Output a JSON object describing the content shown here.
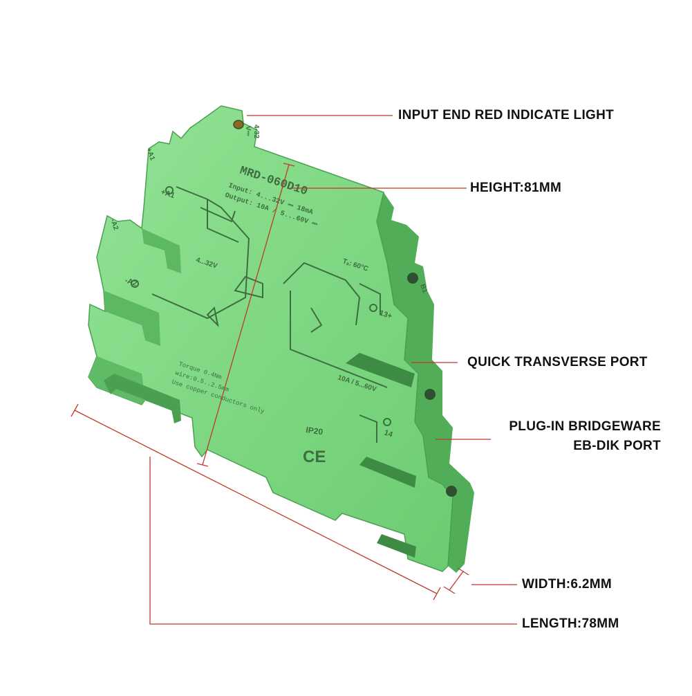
{
  "callouts": {
    "indicator_light": "INPUT END RED INDICATE LIGHT",
    "height": "HEIGHT:81MM",
    "transverse_port": "QUICK TRANSVERSE PORT",
    "bridgeware_line1": "PLUG-IN BRIDGEWARE",
    "bridgeware_line2": "EB-DIK PORT",
    "width": "WIDTH:6.2MM",
    "length": "LENGTH:78MM"
  },
  "device": {
    "model": "MRD-060D10",
    "input_spec": "Input:  4...32V ⎓  18mA",
    "output_spec": "Output:  10A / 5...60V ⎓",
    "top_voltage": "4-32",
    "top_voltage_unit": "V⎓",
    "terminal_a1_top": "+A1",
    "terminal_a1": "+A1",
    "terminal_a2": "-A2",
    "terminal_a2_side": "-A2",
    "input_range": "4...32V",
    "temperature": "Tₐ: 60°C",
    "terminal_13": "13+",
    "terminal_14": "14",
    "terminal_b1": "B1",
    "output_rating": "10A / 5...60V",
    "torque": "Torque 0.4Nm",
    "wire": "wire:0.5..2.5mm",
    "conductor_note": "Use copper conductors only",
    "ip_rating": "IP20",
    "ce_mark": "CE"
  },
  "colors": {
    "body_light": "#86dd8a",
    "body_mid": "#6fcc74",
    "body_dark": "#4fa856",
    "print": "#3c6e3f",
    "leader_line": "#c0392b",
    "label_text": "#111111"
  }
}
